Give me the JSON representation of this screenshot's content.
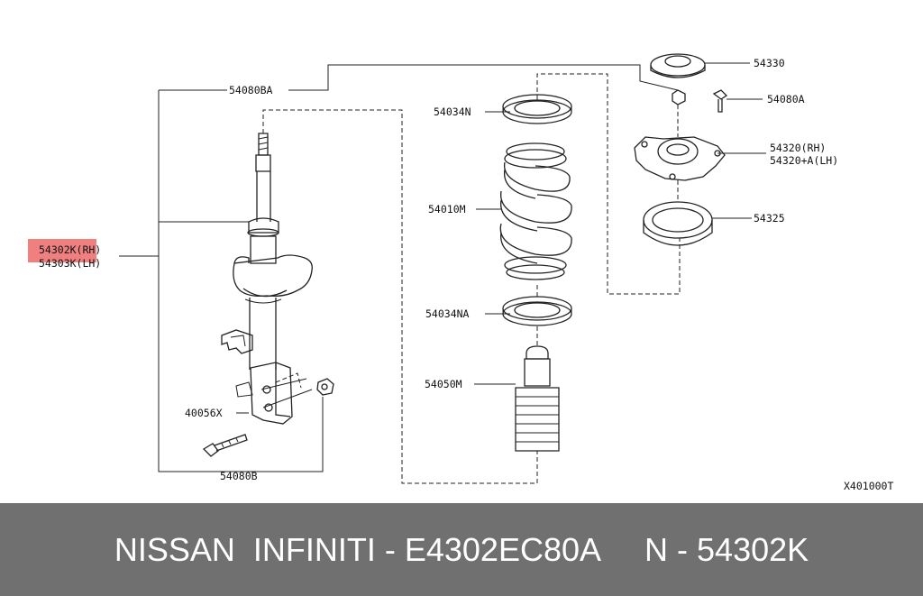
{
  "diagram": {
    "labels": {
      "strut_rh": "54302K(RH)",
      "strut_lh": "54303K(LH)",
      "bracket_upper": "54080BA",
      "bracket_lower": "54080B",
      "bolt": "40056X",
      "seat_upper": "54034N",
      "spring": "54010M",
      "seat_lower": "54034NA",
      "bound_bumper": "54050M",
      "mount_cap": "54330",
      "mount_bolt": "54080A",
      "mount_rh_lh_1": "54320(RH)",
      "mount_rh_lh_2": "54320+A(LH)",
      "bearing": "54325",
      "diagram_code": "X401000T"
    },
    "highlight_color": "#f08080"
  },
  "footer": {
    "text": "NISSAN  INFINITI - E4302EC80A     N - 54302K",
    "background": "#707070"
  }
}
